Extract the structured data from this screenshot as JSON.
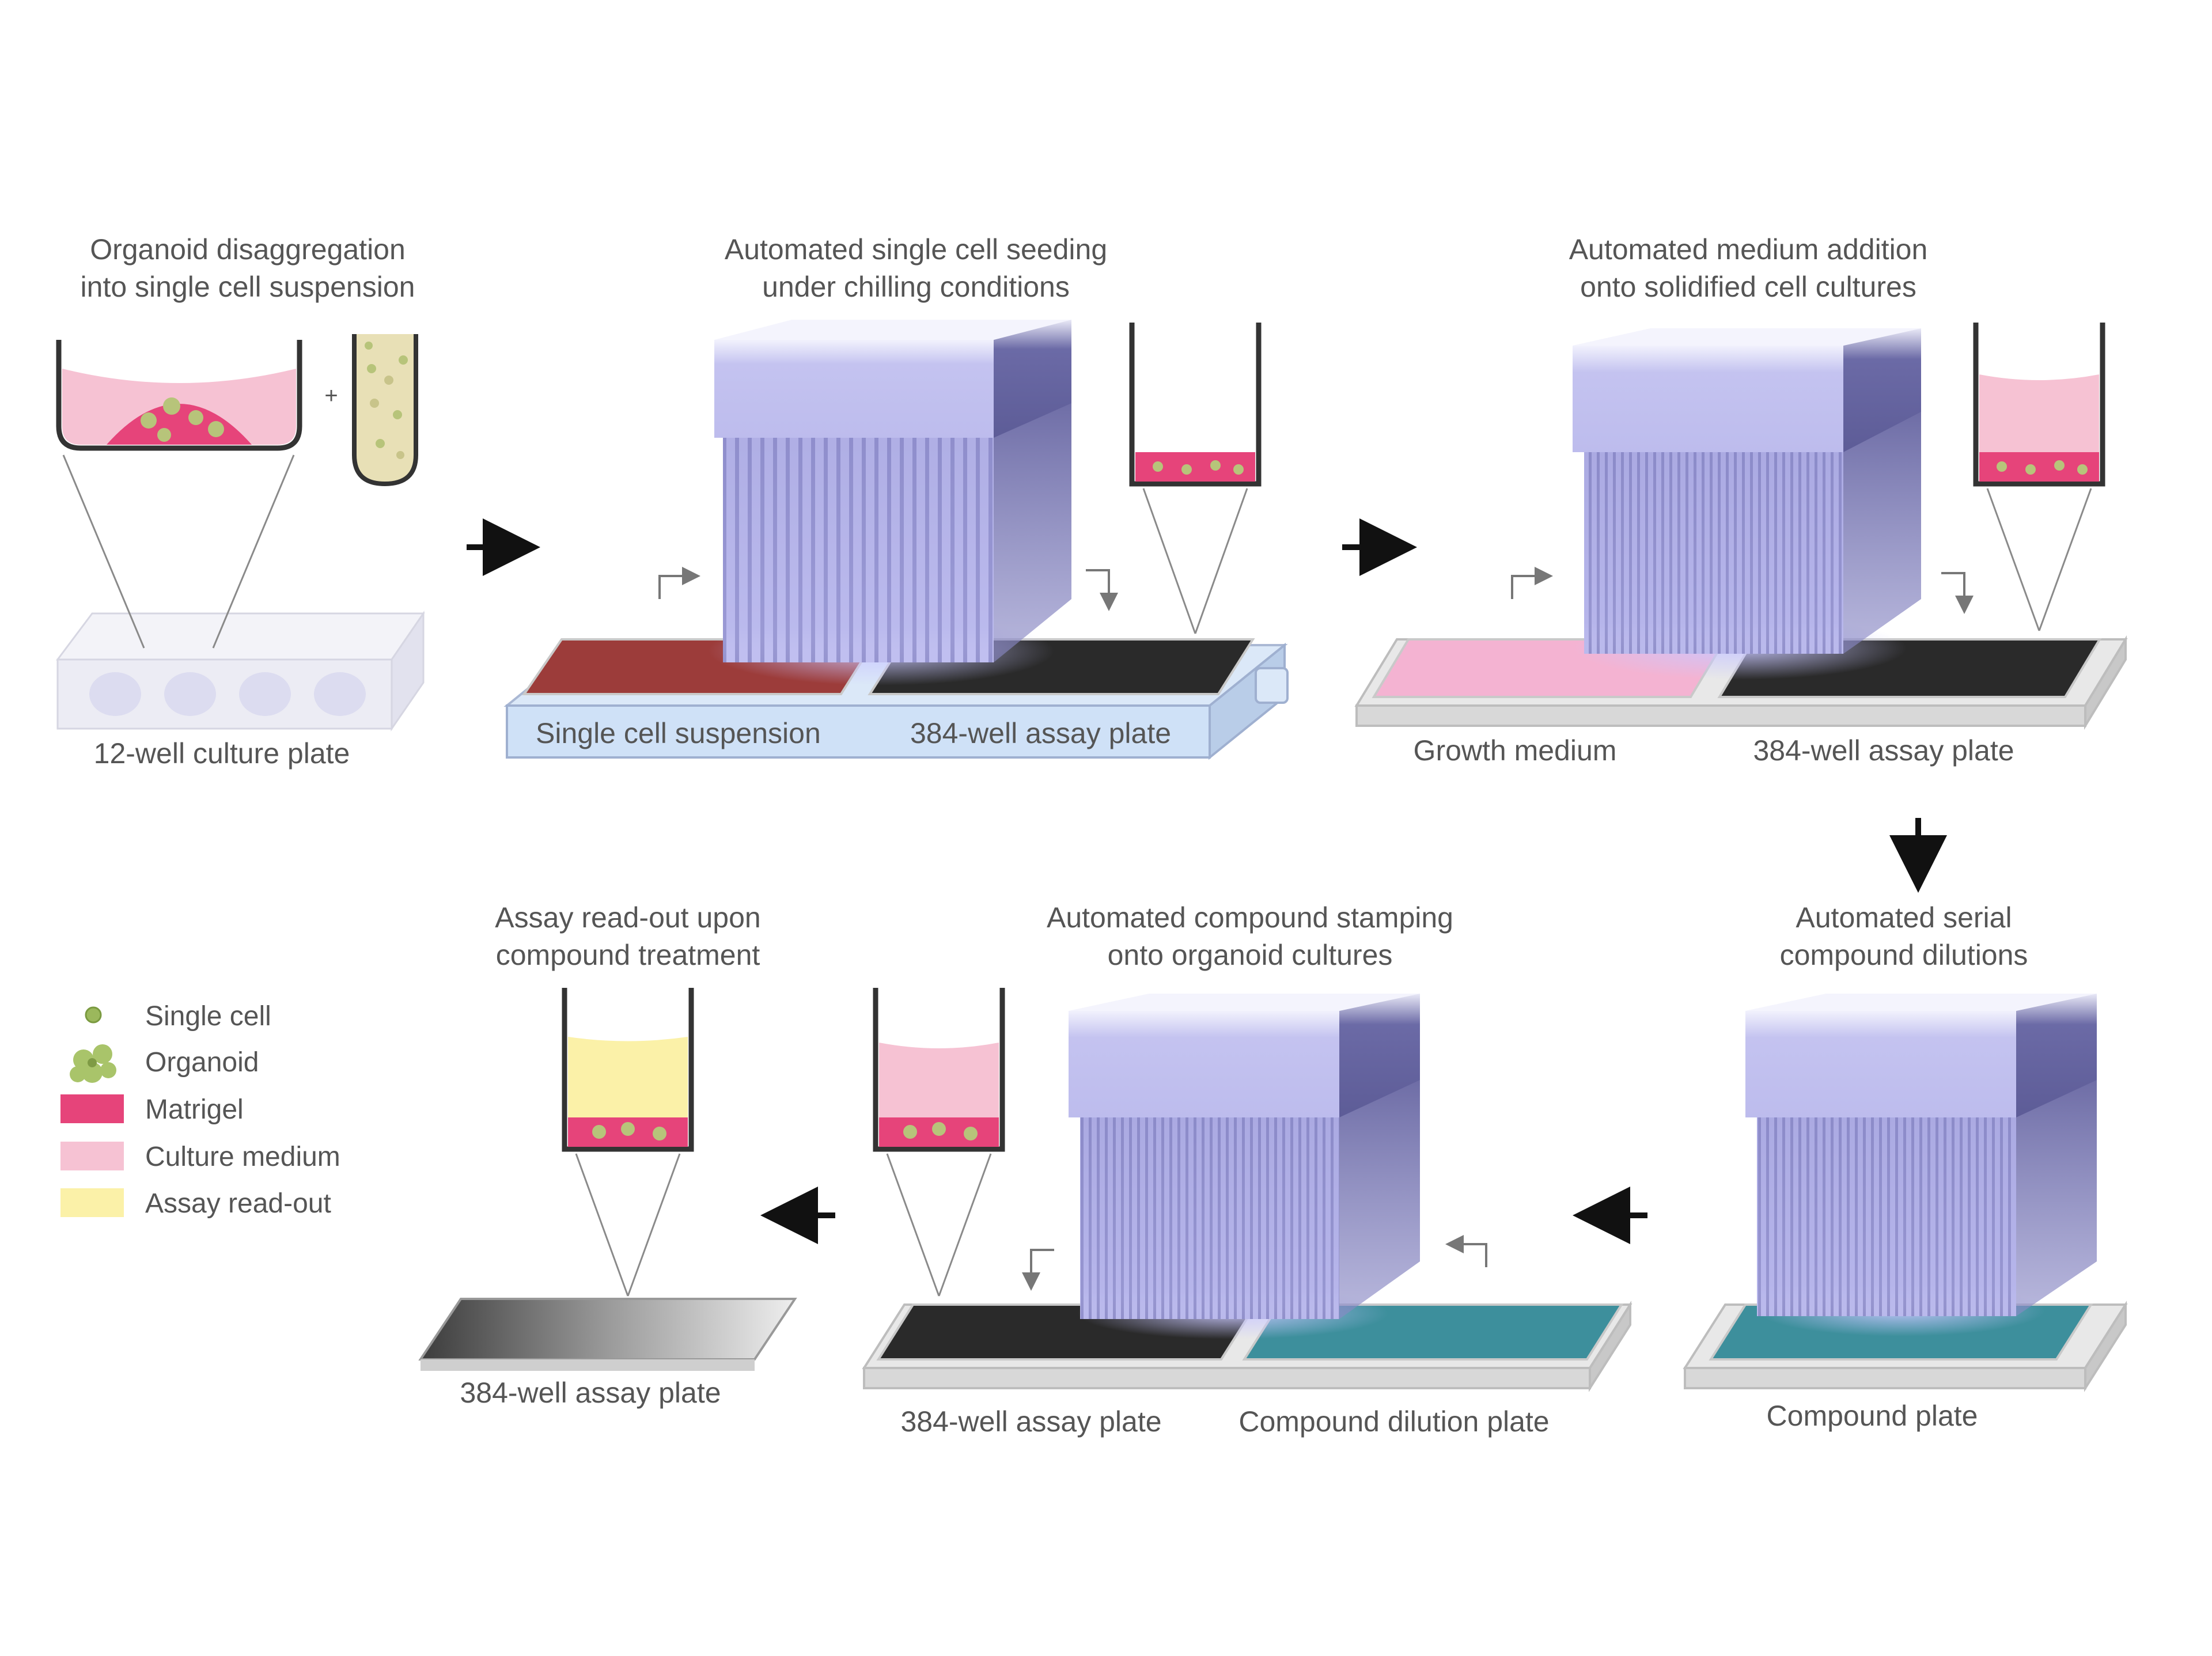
{
  "steps": {
    "step1": {
      "title_line1": "Organoid disaggregation",
      "title_line2": "into single cell suspension",
      "plate_label": "12-well culture plate"
    },
    "step2": {
      "title_line1": "Automated single cell seeding",
      "title_line2": "under chilling conditions",
      "left_plate_label": "Single cell suspension",
      "right_plate_label": "384-well assay plate"
    },
    "step3": {
      "title_line1": "Automated medium addition",
      "title_line2": "onto solidified cell cultures",
      "left_plate_label": "Growth medium",
      "right_plate_label": "384-well assay plate"
    },
    "step4": {
      "title_line1": "Automated serial",
      "title_line2": "compound dilutions",
      "plate_label": "Compound plate"
    },
    "step5": {
      "title_line1": "Automated compound stamping",
      "title_line2": "onto organoid cultures",
      "left_plate_label": "384-well assay plate",
      "right_plate_label": "Compound dilution plate"
    },
    "step6": {
      "title_line1": "Assay read-out upon",
      "title_line2": "compound treatment",
      "plate_label": "384-well assay plate"
    }
  },
  "legend": [
    {
      "label": "Single cell",
      "icon": "single-cell-icon"
    },
    {
      "label": "Organoid",
      "icon": "organoid-icon"
    },
    {
      "label": "Matrigel",
      "color": "#e6447a"
    },
    {
      "label": "Culture medium",
      "color": "#f6c2d3"
    },
    {
      "label": "Assay read-out",
      "color": "#fbf1a8"
    }
  ],
  "colors": {
    "matrigel": "#e6447a",
    "culture_medium": "#f6c2d3",
    "assay_readout": "#fbf1a8",
    "pipette_head": "#b9b8ec",
    "cell_suspension_plate": "#9c3c3a",
    "assay_plate": "#2a2a2a",
    "compound_plate": "#3d8f9c",
    "chilling_base": "#cfe1f7",
    "growth_medium_plate": "#f4b3d2"
  }
}
